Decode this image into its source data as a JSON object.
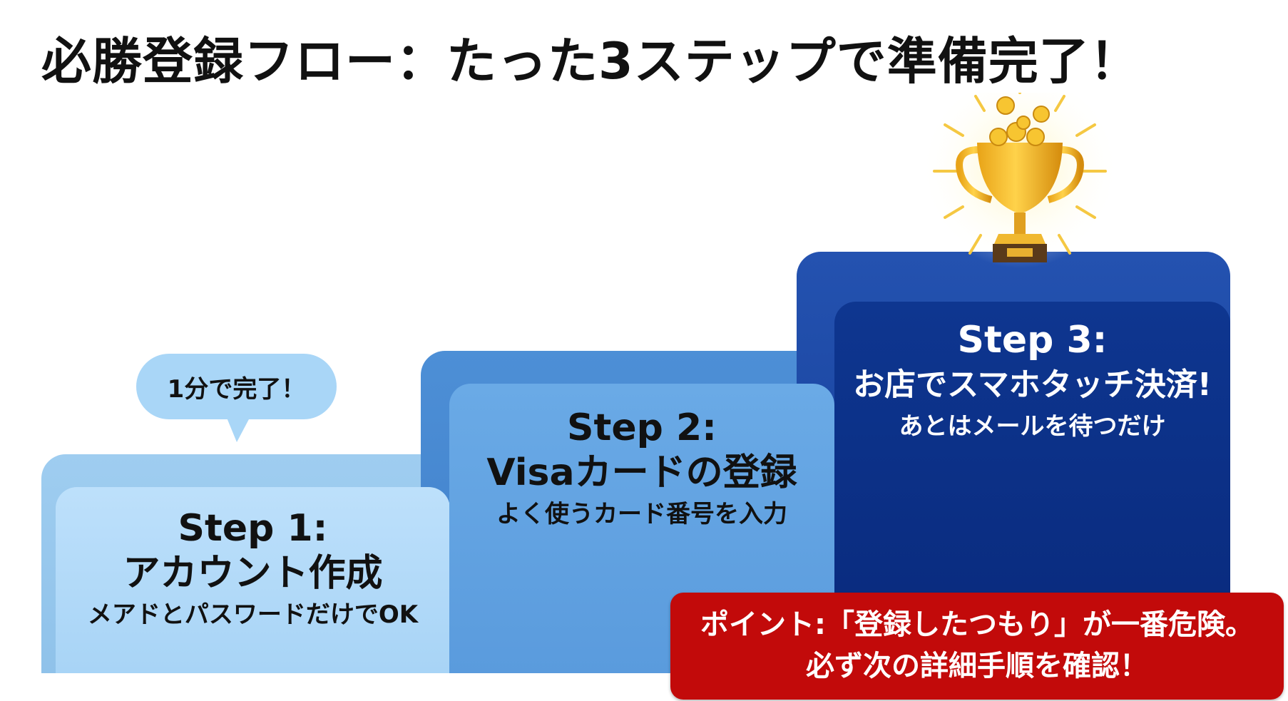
{
  "title": "必勝登録フロー：たった3ステップで準備完了！",
  "bubble": "1分で完了！",
  "steps": [
    {
      "step": "Step 1:",
      "main": "アカウント作成",
      "sub": "メアドとパスワードだけでOK"
    },
    {
      "step": "Step 2:",
      "main": "Visaカードの登録",
      "sub": "よく使うカード番号を入力"
    },
    {
      "step": "Step 3:",
      "main": "お店でスマホタッチ決済!",
      "sub": "あとはメールを待つだけ"
    }
  ],
  "note": {
    "line1": "ポイント:「登録したつもり」が一番危険。",
    "line2": "必ず次の詳細手順を確認！"
  },
  "icons": {
    "trophy": "trophy-with-coins-icon"
  },
  "colors": {
    "step1": "#bde0fb",
    "step2": "#5a9bdd",
    "step3": "#0a2c80",
    "note": "#c20a0a"
  }
}
